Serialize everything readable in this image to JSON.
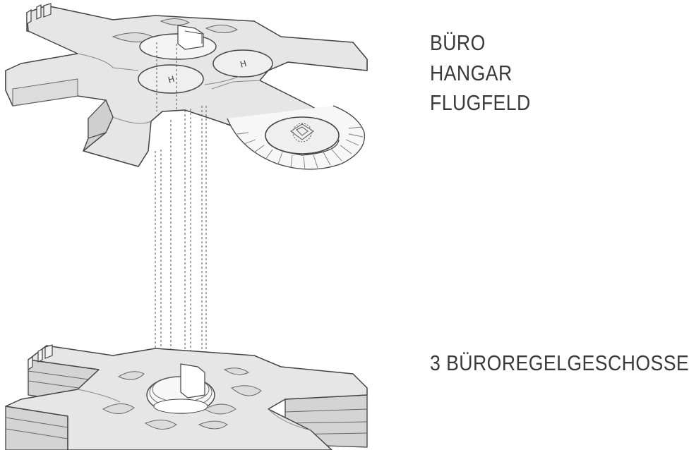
{
  "labels": {
    "top": [
      "BÜRO",
      "HANGAR",
      "FLUGFELD"
    ],
    "bottom": "3 BÜROREGELGESCHOSSE"
  },
  "colors": {
    "deck": "#e6e6e6",
    "face": "#d0d0d0",
    "line": "#444444",
    "pad": "#efefef",
    "text": "#3a3a3a"
  },
  "icons": [
    "helipad-h-marking-icon",
    "helipad-h-marking-icon",
    "helipad-marking-icon"
  ]
}
